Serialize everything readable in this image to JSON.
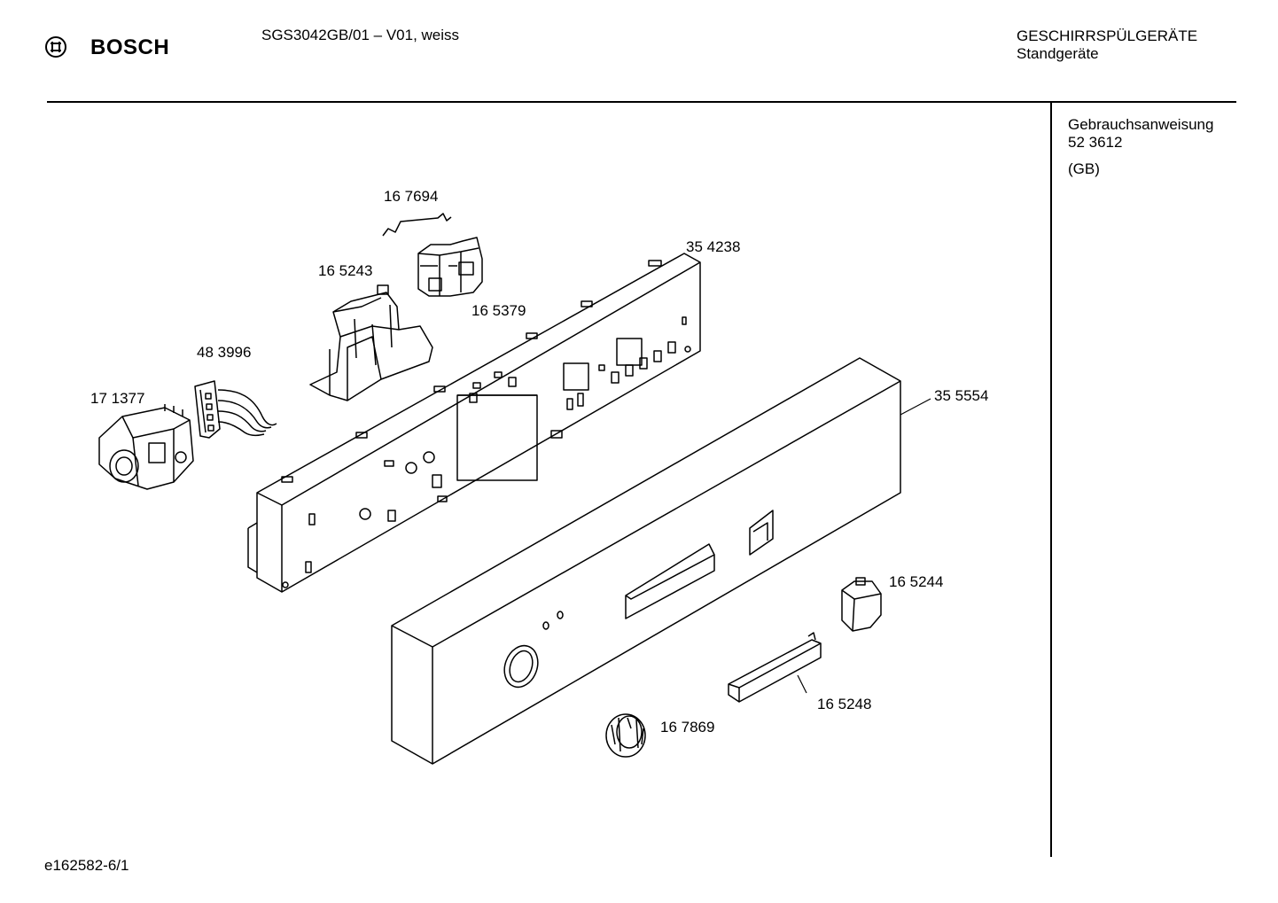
{
  "header": {
    "brand": "BOSCH",
    "model": "SGS3042GB/01 – V01, weiss",
    "category": "GESCHIRRSPÜLGERÄTE",
    "subcategory": "Standgeräte"
  },
  "sidebar": {
    "manual_label": "Gebrauchsanweisung",
    "manual_number": "52 3612",
    "manual_lang": "(GB)"
  },
  "parts": {
    "p167694": "16 7694",
    "p354238": "35 4238",
    "p165243": "16 5243",
    "p165379": "16 5379",
    "p483996": "48 3996",
    "p171377": "17 1377",
    "p355554": "35 5554",
    "p165244": "16 5244",
    "p165248": "16 5248",
    "p167869": "16 7869"
  },
  "footer": {
    "drawing_id": "e162582-6/1"
  }
}
